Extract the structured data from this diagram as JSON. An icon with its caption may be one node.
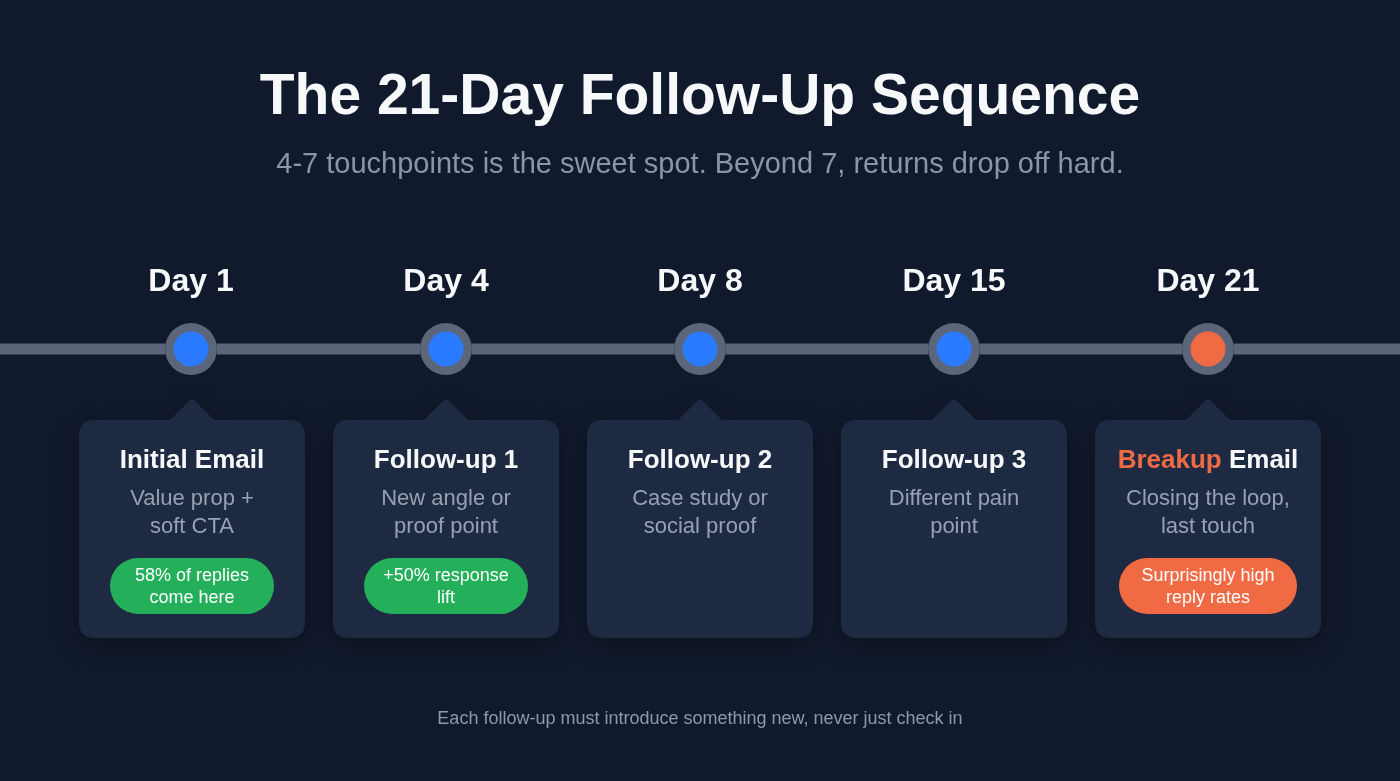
{
  "diagram": {
    "title": "The 21-Day Follow-Up Sequence",
    "caption": "Each follow-up must introduce something new, never just check in",
    "nodes": [
      {
        "text": [],
        "shape": "circle",
        "beside": [
          "Day 1"
        ]
      },
      {
        "text": [],
        "shape": "circle",
        "beside": [
          "Day 4"
        ]
      },
      {
        "text": [],
        "shape": "circle",
        "beside": [
          "Day 8"
        ]
      },
      {
        "text": [],
        "shape": "circle",
        "beside": [
          "Day 15"
        ]
      },
      {
        "text": [],
        "shape": "circle",
        "beside": [
          "Day 21"
        ]
      },
      {
        "text": [
          "Initial Email",
          "Value prop + soft CTA"
        ]
      },
      {
        "text": [
          "58% of replies come here"
        ],
        "in": 5
      },
      {
        "text": [
          "Follow-up 1",
          "New angle or proof point"
        ]
      },
      {
        "text": [
          "+50% response lift"
        ],
        "in": 7
      },
      {
        "text": [
          "Follow-up 2",
          "Case study or social proof"
        ]
      },
      {
        "text": [
          "Follow-up 3",
          "Different pain point"
        ]
      },
      {
        "text": [
          "Breakup Email",
          "Closing the loop, last touch"
        ]
      },
      {
        "text": [
          "Surprisingly high reply rates"
        ],
        "in": 11
      }
    ],
    "edges": [
      {
        "from": null,
        "to": 0,
        "arrow": "none"
      },
      {
        "from": 0,
        "to": 1,
        "arrow": "none"
      },
      {
        "from": 1,
        "to": 2,
        "arrow": "none"
      },
      {
        "from": 2,
        "to": 3,
        "arrow": "none"
      },
      {
        "from": 3,
        "to": 4,
        "arrow": "none"
      },
      {
        "from": 4,
        "to": null,
        "arrow": "none"
      }
    ],
    "labels": [
      "4-7 touchpoints is the sweet spot. Beyond 7, returns drop off hard."
    ]
  }
}
